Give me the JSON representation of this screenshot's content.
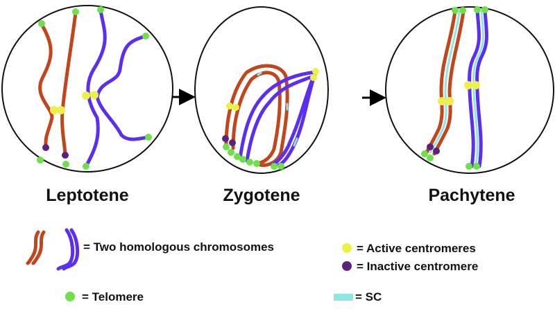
{
  "stages": [
    {
      "label": "Leptotene"
    },
    {
      "label": "Zygotene"
    },
    {
      "label": "Pachytene"
    }
  ],
  "legend": {
    "chromosomes": "= Two homologous chromosomes",
    "active": "= Active centromeres",
    "inactive": "= Inactive centromere",
    "telomere": "= Telomere",
    "sc": "= SC"
  },
  "colors": {
    "chromosome_a": "#c2461d",
    "chromosome_b": "#5a2ff0",
    "telomere": "#6de04a",
    "active_centromere": "#eef04a",
    "inactive_centromere": "#5a2280",
    "sc": "#8ee6e0"
  }
}
